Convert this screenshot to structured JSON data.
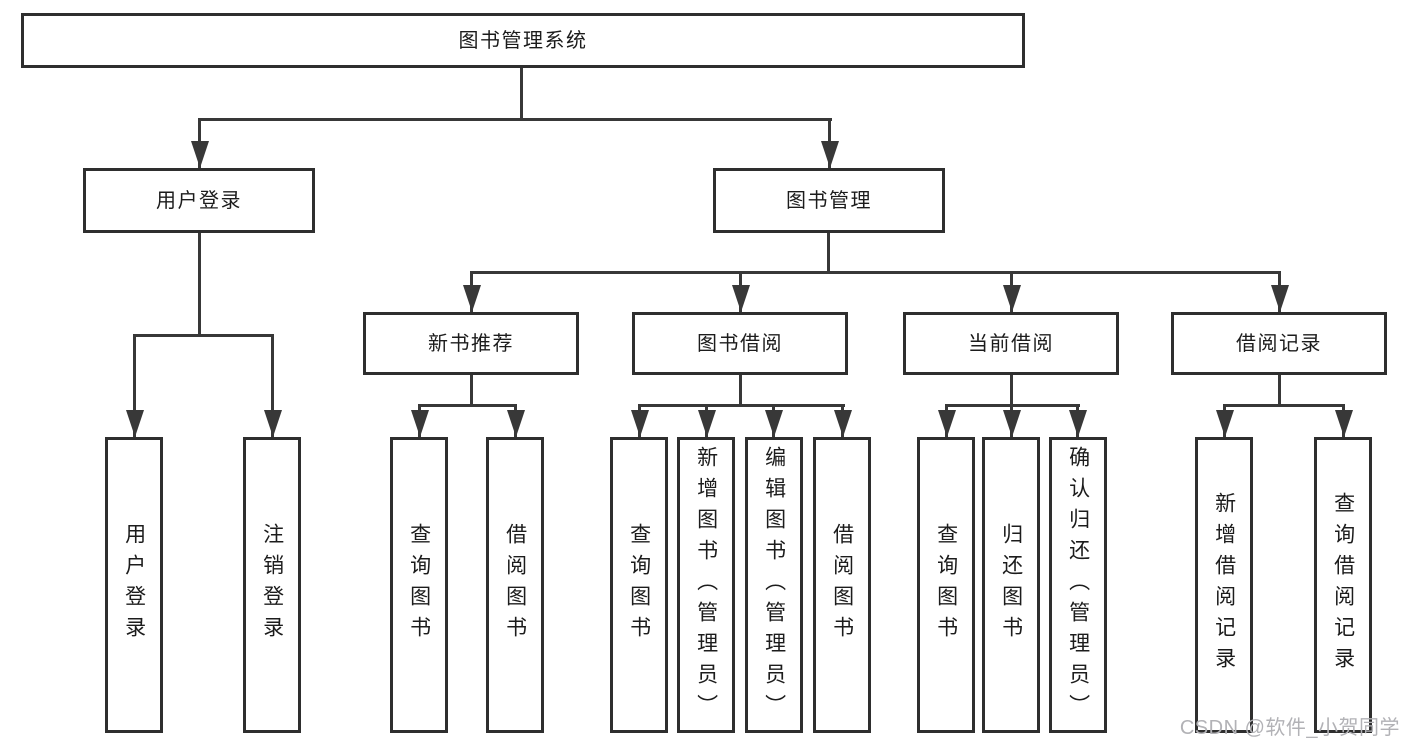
{
  "colors": {
    "connector": "#383838",
    "node_border": "#2e2e2e",
    "text": "#1c1c1c",
    "watermark": "#b2b2b6",
    "background": "#ffffff"
  },
  "root": {
    "label": "图书管理系统"
  },
  "modules": [
    {
      "label": "用户登录",
      "children": [
        {
          "label": "用户登录"
        },
        {
          "label": "注销登录"
        }
      ]
    },
    {
      "label": "图书管理",
      "sections": [
        {
          "label": "新书推荐",
          "children": [
            {
              "label": "查询图书"
            },
            {
              "label": "借阅图书"
            }
          ]
        },
        {
          "label": "图书借阅",
          "children": [
            {
              "label": "查询图书"
            },
            {
              "label": "新增图书（管理员）"
            },
            {
              "label": "编辑图书（管理员）"
            },
            {
              "label": "借阅图书"
            }
          ]
        },
        {
          "label": "当前借阅",
          "children": [
            {
              "label": "查询图书"
            },
            {
              "label": "归还图书"
            },
            {
              "label": "确认归还（管理员）"
            }
          ]
        },
        {
          "label": "借阅记录",
          "children": [
            {
              "label": "新增借阅记录"
            },
            {
              "label": "查询借阅记录"
            }
          ]
        }
      ]
    }
  ],
  "watermark": {
    "text": "CSDN @软件_小贺同学"
  }
}
